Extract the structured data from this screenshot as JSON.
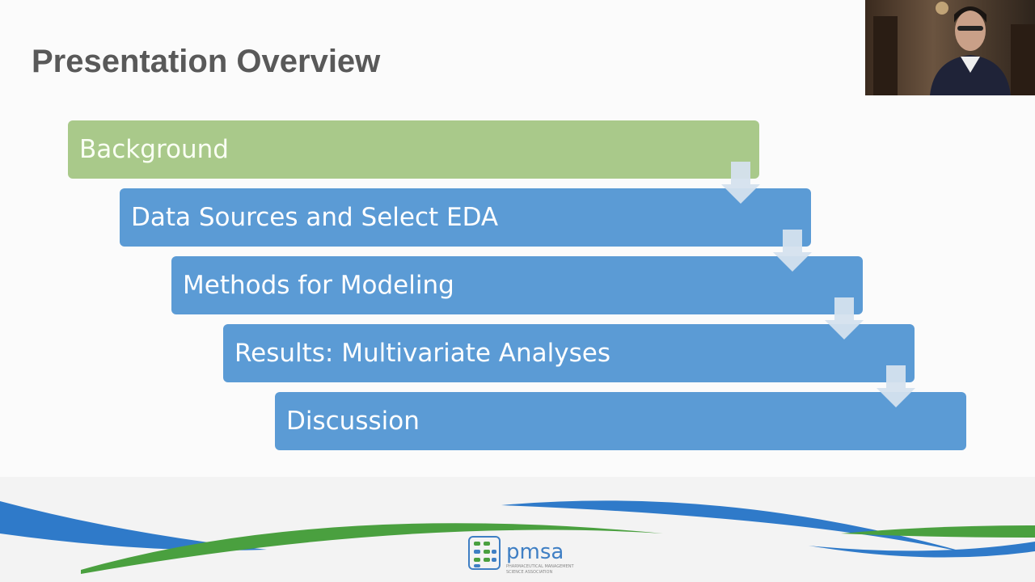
{
  "slide": {
    "title": "Presentation Overview",
    "steps": [
      {
        "label": "Background",
        "color": "#a9c98a"
      },
      {
        "label": "Data Sources and Select EDA",
        "color": "#5b9bd5"
      },
      {
        "label": "Methods for Modeling",
        "color": "#5b9bd5"
      },
      {
        "label": "Results: Multivariate Analyses",
        "color": "#5b9bd5"
      },
      {
        "label": "Discussion",
        "color": "#5b9bd5"
      }
    ]
  },
  "logo": {
    "name": "pmsa",
    "subtitle_line1": "PHARMACEUTICAL MANAGEMENT",
    "subtitle_line2": "SCIENCE ASSOCIATION"
  }
}
